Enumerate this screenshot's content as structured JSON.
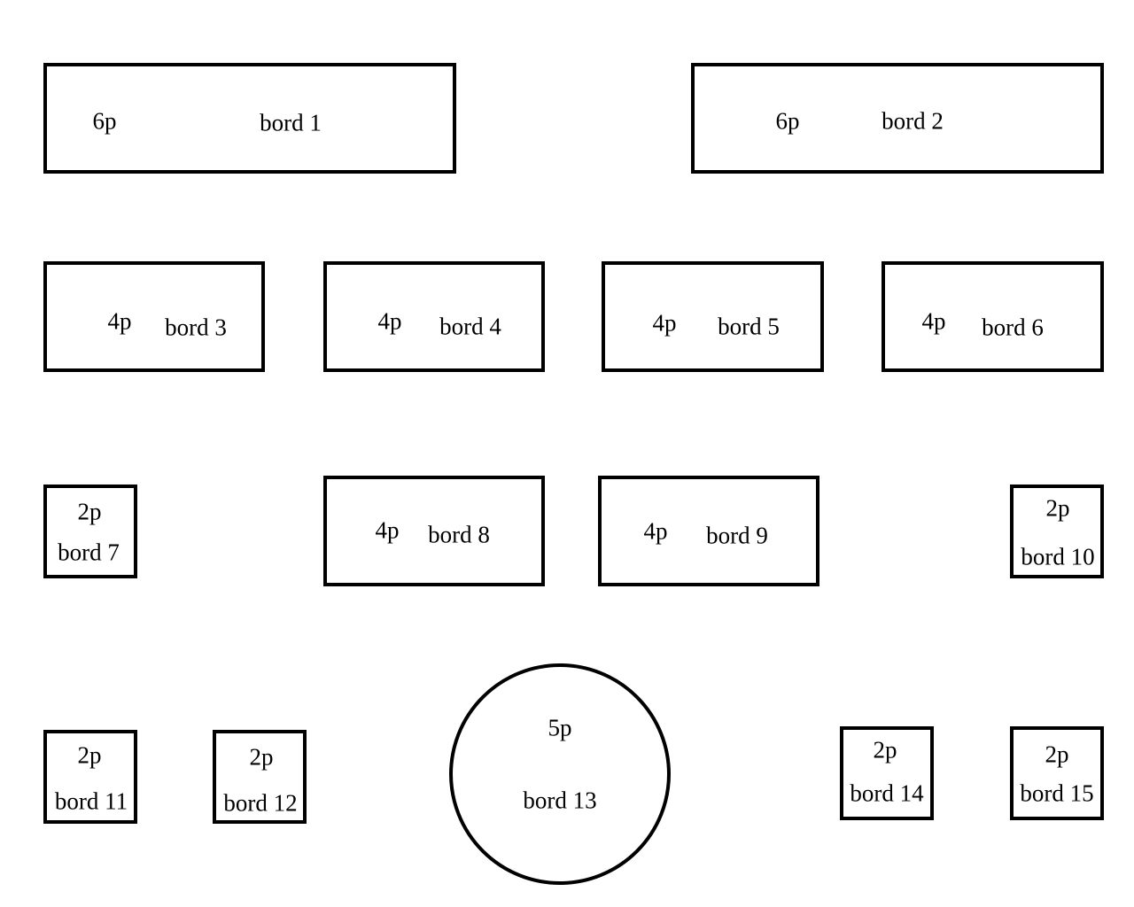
{
  "tables": [
    {
      "id": 1,
      "seats": "6p",
      "name": "bord 1"
    },
    {
      "id": 2,
      "seats": "6p",
      "name": "bord 2"
    },
    {
      "id": 3,
      "seats": "4p",
      "name": "bord 3"
    },
    {
      "id": 4,
      "seats": "4p",
      "name": "bord 4"
    },
    {
      "id": 5,
      "seats": "4p",
      "name": "bord 5"
    },
    {
      "id": 6,
      "seats": "4p",
      "name": "bord 6"
    },
    {
      "id": 7,
      "seats": "2p",
      "name": "bord 7"
    },
    {
      "id": 8,
      "seats": "4p",
      "name": "bord 8"
    },
    {
      "id": 9,
      "seats": "4p",
      "name": "bord 9"
    },
    {
      "id": 10,
      "seats": "2p",
      "name": "bord 10"
    },
    {
      "id": 11,
      "seats": "2p",
      "name": "bord 11"
    },
    {
      "id": 12,
      "seats": "2p",
      "name": "bord 12"
    },
    {
      "id": 13,
      "seats": "5p",
      "name": "bord 13",
      "shape": "round"
    },
    {
      "id": 14,
      "seats": "2p",
      "name": "bord 14"
    },
    {
      "id": 15,
      "seats": "2p",
      "name": "bord 15"
    }
  ]
}
